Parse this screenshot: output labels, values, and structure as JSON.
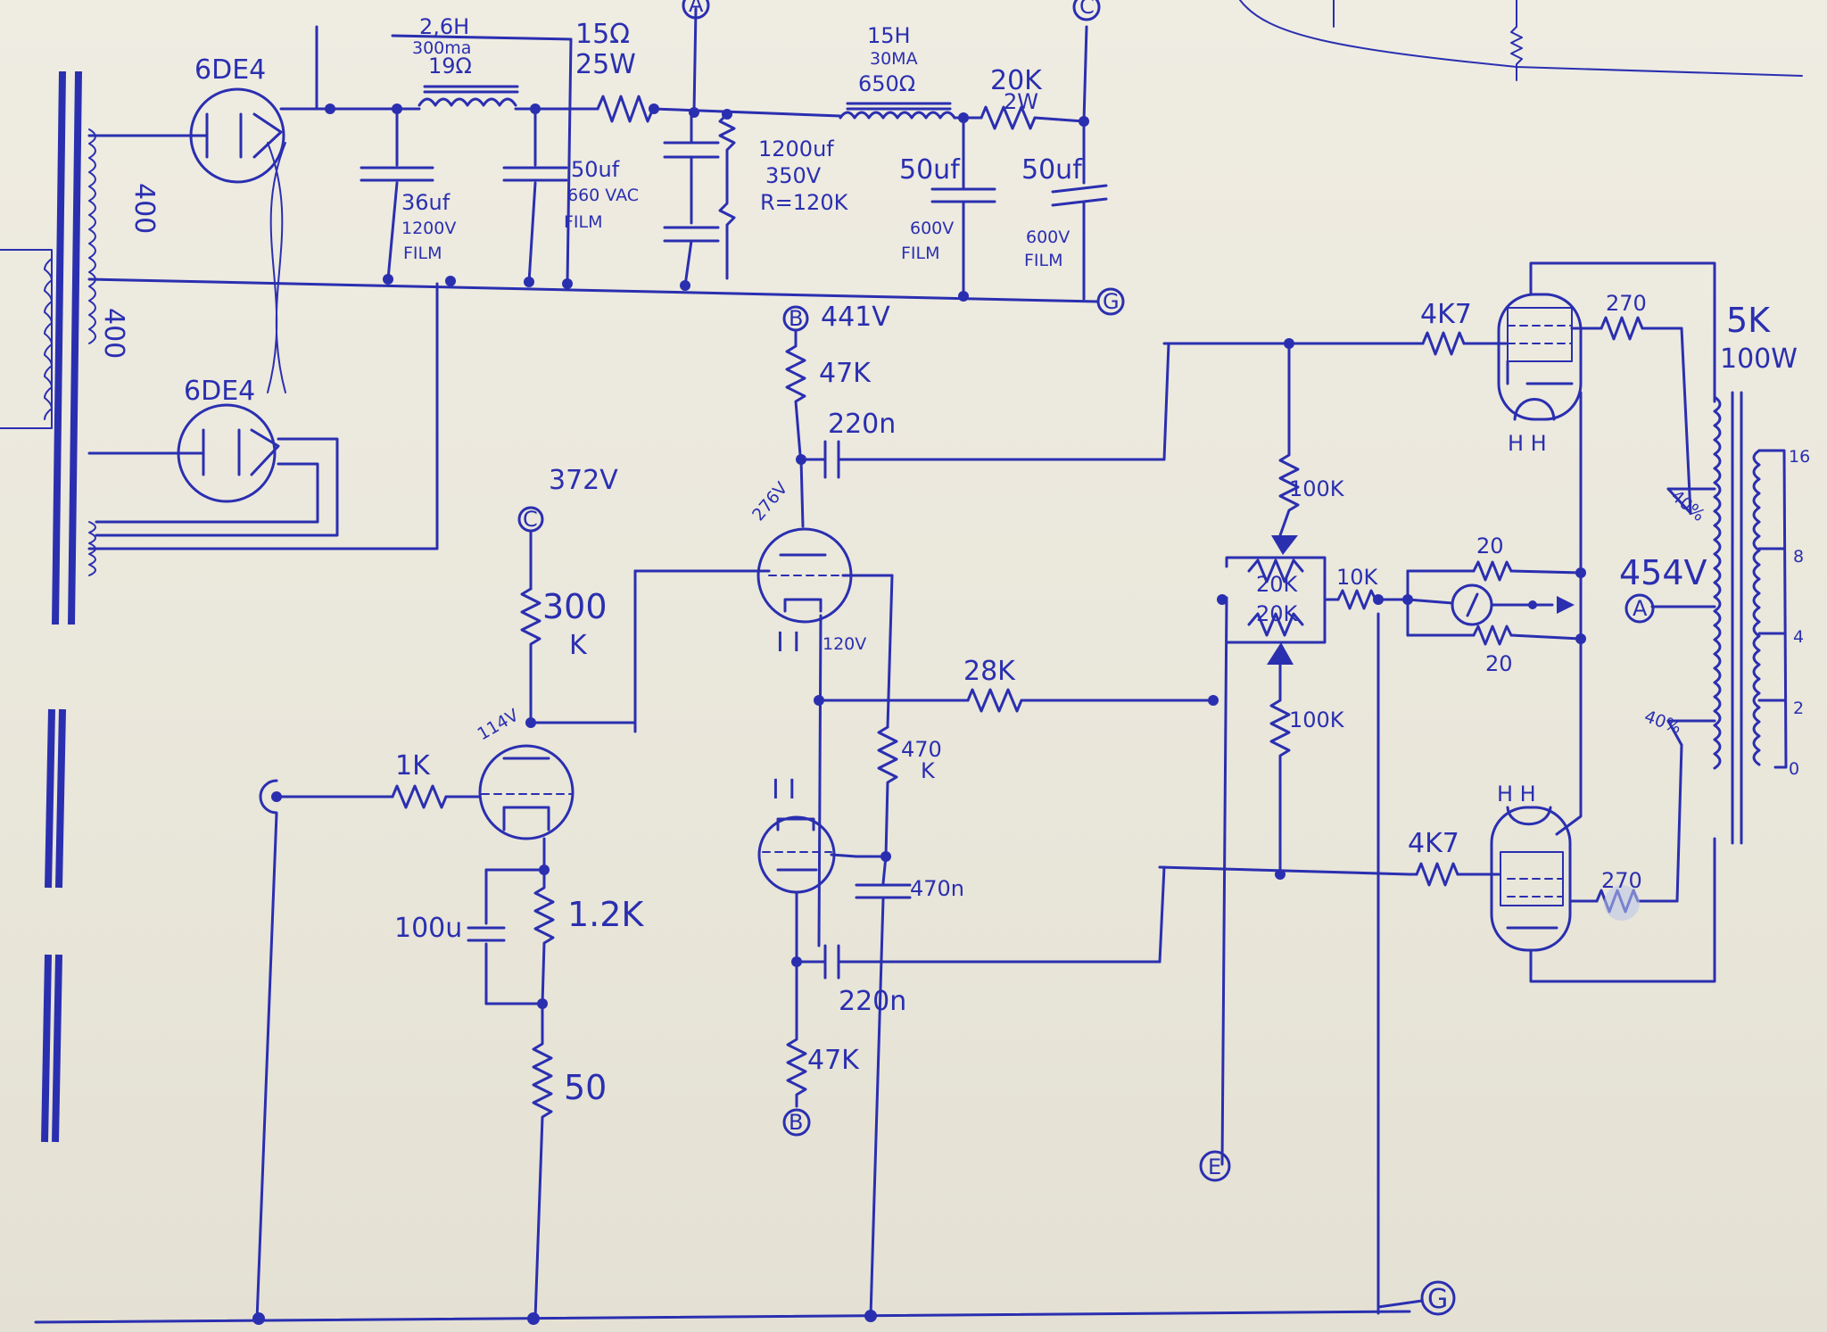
{
  "rectifiers": {
    "top": "6DE4",
    "bottom": "6DE4"
  },
  "transformer_taps": {
    "upper": "400",
    "lower": "400"
  },
  "supply": {
    "choke1_l1": "2,6H",
    "choke1_l2": "300ma",
    "choke1_l3": "19Ω",
    "r_series_l1": "15Ω",
    "r_series_l2": "25W",
    "cap1_l1": "36uf",
    "cap1_l2": "1200V",
    "cap1_l3": "FILM",
    "cap2_l1": "50uf",
    "cap2_l2": "660 VAC",
    "cap2_l3": "FILM",
    "cap3_l1": "1200uf",
    "cap3_l2": "350V",
    "cap3_l3": "R=120K",
    "choke2_l1": "15H",
    "choke2_l2": "30MA",
    "choke2_l3": "650Ω",
    "r_20k_l1": "20K",
    "r_20k_l2": "2W",
    "cap4_l1": "50uf",
    "cap4_l2": "600V",
    "cap4_l3": "FILM",
    "cap5_l1": "50uf",
    "cap5_l2": "600V",
    "cap5_l3": "FILM"
  },
  "nodes": {
    "A": "A",
    "B": "B",
    "C": "C",
    "E": "E",
    "G": "G"
  },
  "voltages": {
    "b_node": "441V",
    "c_node": "372V",
    "a_node": "454V",
    "v_276": "276V",
    "v_120": "120V",
    "v_114": "114V"
  },
  "components": {
    "r_47k_top": "47K",
    "cap_220n_top": "220n",
    "r_300k_l1": "300",
    "r_300k_l2": "K",
    "r_1k": "1K",
    "cap_100u": "100u",
    "r_1_2k": "1.2K",
    "r_50": "50",
    "r_28k": "28K",
    "r_470k_l1": "470",
    "r_470k_l2": "K",
    "cap_470n": "470n",
    "cap_220n_bottom": "220n",
    "r_47k_bottom": "47K",
    "filament_mark_mid": "I I",
    "filament_mark_low": "I I",
    "r_100k_top": "100K",
    "r_100k_bottom": "100K",
    "pot_20k_a": "20K",
    "pot_20k_b": "20K",
    "r_10k": "10K",
    "r_20_top": "20",
    "r_20_bottom": "20",
    "r_4k7_top": "4K7",
    "r_4k7_bottom": "4K7",
    "r_270_top": "270",
    "r_270_bottom": "270",
    "heater_top": "H H",
    "heater_bottom": "H H",
    "ot_l1": "5K",
    "ot_l2": "100W",
    "ot_tap_upper": "40%",
    "ot_tap_lower": "40%",
    "sec_16": "16",
    "sec_8": "8",
    "sec_4": "4",
    "sec_2": "2",
    "sec_0": "0"
  }
}
